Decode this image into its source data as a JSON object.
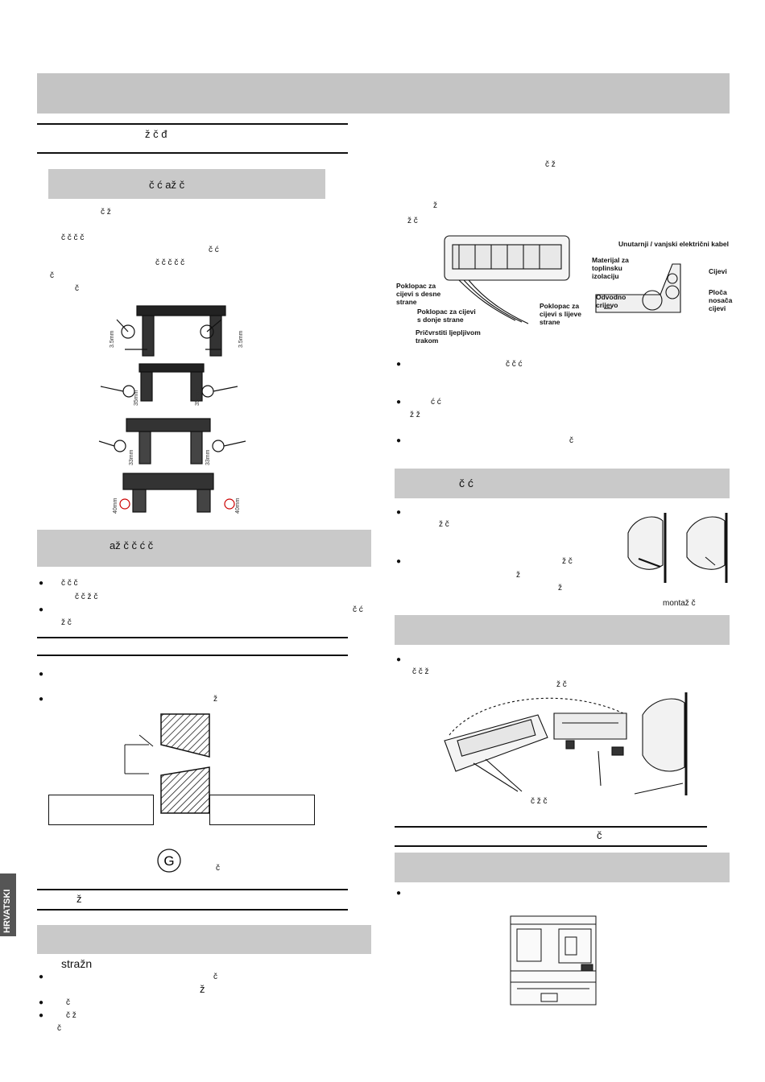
{
  "side_tab": "HRVATSKI",
  "left": {
    "header1": "ž      č        đ",
    "sub1": "č   ć        až       č",
    "p1_l1": "č                       ž",
    "p1_l2": "č                č   č     č",
    "p1_l3": "č          ć",
    "p1_l4": "č                           č         č   č     č",
    "p1_l5": "č",
    "p1_l6": "č",
    "dims": [
      "3.5mm",
      "3.5mm",
      "35mm",
      "35mm",
      "33mm",
      "33mm",
      "40mm",
      "40mm"
    ],
    "sub2": "až        č      č     ć                    č",
    "b1_l1": "č                   č                                                   č",
    "b1_l2": "č              č                             ž           č",
    "b2_l1": "č      ć",
    "b2_l2": "ž       č",
    "b4": "ž",
    "g_symbol": "G",
    "g_note": "č",
    "header3": "ž",
    "straz": "stražn",
    "b5_l1": "č",
    "b5_l2": "ž",
    "b6": "č",
    "b7_l1": "č           ž",
    "b7_l2": "č"
  },
  "right": {
    "intro_l1": "č                        ž",
    "intro_l2": "ž",
    "intro_l3": "ž                                                               č",
    "diagram_labels": {
      "cable": "Unutarnji / vanjski električni kabel",
      "insulation": [
        "Materijal za",
        "toplinsku",
        "izolaciju"
      ],
      "pipes": "Cijevi",
      "drain": [
        "Odvodno",
        "crijevo"
      ],
      "plate": [
        "Ploča",
        "nosača",
        "cijevi"
      ],
      "cover_right": [
        "Poklopac za",
        "cijevi s desne",
        "strane"
      ],
      "cover_bottom": [
        "Poklopac za cijevi",
        "s donje strane"
      ],
      "cover_left": [
        "Poklopac za",
        "cijevi s lijeve",
        "strane"
      ],
      "tape": [
        "Pričvrstiti ljepljivom",
        "trakom"
      ]
    },
    "rb1_l1": "č                                                                      č    ć",
    "rb2_l1": "ć                                                                      ć",
    "rb2_l2": "ž                                                                        ž",
    "rb3": "č",
    "sub3": "č     ć",
    "rb4_l1": "ž          č",
    "rb5_l1": "ž       č",
    "rb5_l2": "ž",
    "rb5_l3": "ž",
    "montaz": "montaž        č",
    "rb6_l1": "č            č                                                                   ž",
    "rb6_l2": "ž           č",
    "fig_label": "č                  ž          č",
    "header4": "č"
  }
}
